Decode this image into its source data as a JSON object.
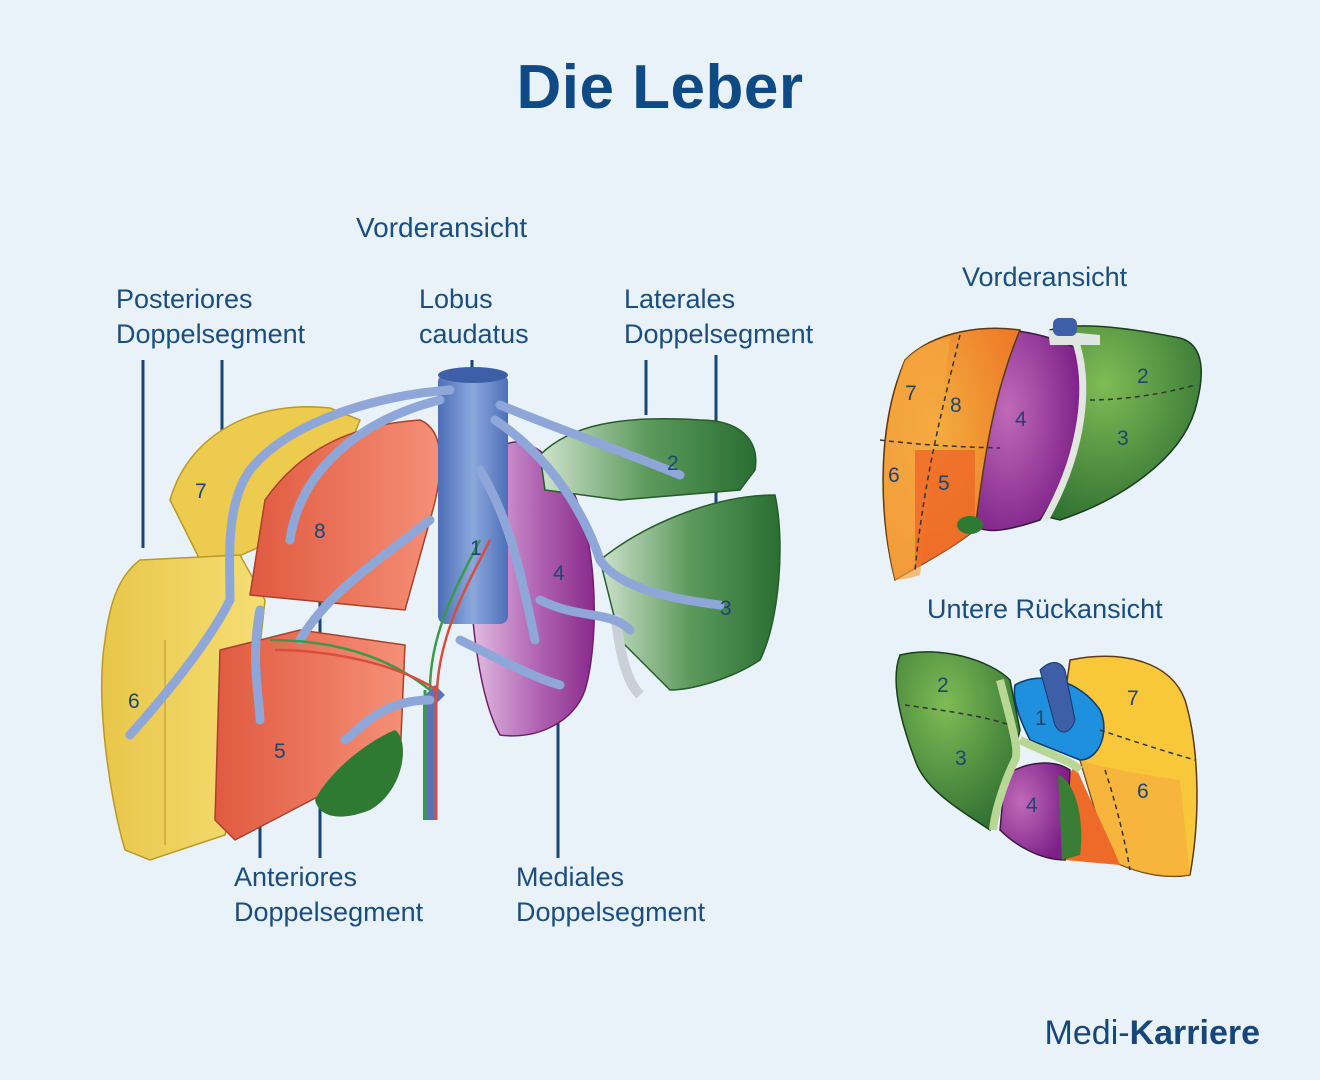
{
  "title": "Die Leber",
  "main_view": {
    "heading": "Vorderansicht",
    "labels": {
      "posterior": [
        "Posteriores",
        "Doppelsegment"
      ],
      "caudate": [
        "Lobus",
        "caudatus"
      ],
      "lateral": [
        "Laterales",
        "Doppelsegment"
      ],
      "anterior": [
        "Anteriores",
        "Doppelsegment"
      ],
      "medial": [
        "Mediales",
        "Doppelsegment"
      ]
    },
    "segment_numbers": [
      "1",
      "2",
      "3",
      "4",
      "5",
      "6",
      "7",
      "8"
    ]
  },
  "front_view": {
    "heading": "Vorderansicht",
    "segment_numbers": [
      "7",
      "8",
      "4",
      "2",
      "3",
      "6",
      "5"
    ]
  },
  "back_view": {
    "heading": "Untere Rückansicht",
    "segment_numbers": [
      "2",
      "1",
      "7",
      "3",
      "4",
      "6"
    ]
  },
  "brand": {
    "part1": "Medi-",
    "part2": "Karriere"
  },
  "colors": {
    "background": "#eaf2f9",
    "text": "#1a4d80",
    "yellow": "#f2d45a",
    "red": "#e8664a",
    "purple": "#8e2a8e",
    "green": "#2f7d3a",
    "vessel": "#6d8fc8",
    "orange": "#f08a2a"
  }
}
